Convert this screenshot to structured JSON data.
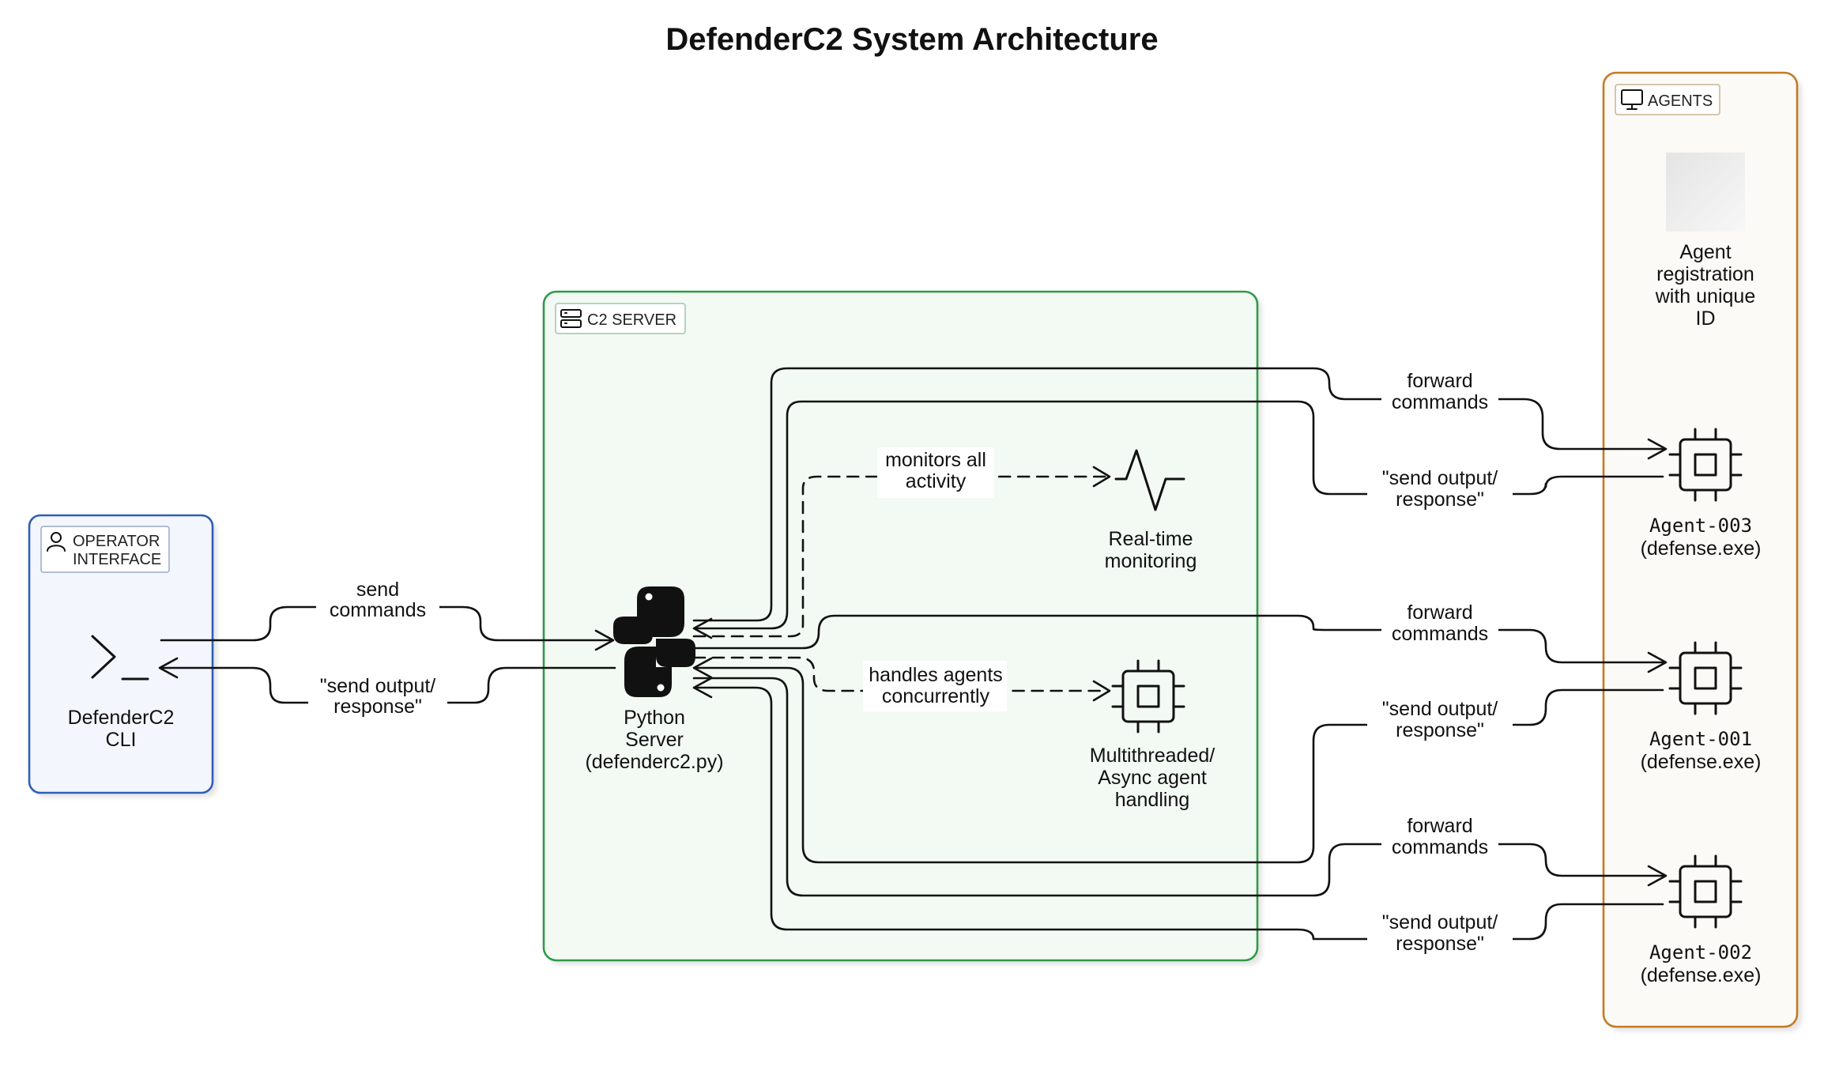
{
  "title": "DefenderC2 System Architecture",
  "groups": {
    "operator": {
      "label_line1": "OPERATOR",
      "label_line2": "INTERFACE",
      "color": "#2f5fb8",
      "bg": "#f3f6fc"
    },
    "server": {
      "label": "C2 SERVER",
      "color": "#2f9a48",
      "bg": "#f2faf3"
    },
    "agents": {
      "label": "AGENTS",
      "color": "#c47b24",
      "bg": "#fbfaf6"
    }
  },
  "nodes": {
    "cli": {
      "line1": "DefenderC2",
      "line2": "CLI",
      "icon": "terminal-icon"
    },
    "python": {
      "line1": "Python",
      "line2": "Server",
      "line3": "(defenderc2.py)",
      "icon": "python-icon"
    },
    "monitoring": {
      "line1": "Real-time",
      "line2": "monitoring",
      "icon": "pulse-icon"
    },
    "multithread": {
      "line1": "Multithreaded/",
      "line2": "Async agent",
      "line3": "handling",
      "icon": "cpu-icon"
    },
    "registration": {
      "line1": "Agent",
      "line2": "registration",
      "line3": "with unique",
      "line4": "ID",
      "icon": "image-placeholder"
    },
    "agent003": {
      "line1": "Agent-003",
      "line2": "(defense.exe)",
      "icon": "cpu-icon"
    },
    "agent001": {
      "line1": "Agent-001",
      "line2": "(defense.exe)",
      "icon": "cpu-icon"
    },
    "agent002": {
      "line1": "Agent-002",
      "line2": "(defense.exe)",
      "icon": "cpu-icon"
    }
  },
  "edges": {
    "send_commands": {
      "line1": "send",
      "line2": "commands"
    },
    "send_output": {
      "line1": "\"send output/",
      "line2": "response\""
    },
    "monitors": {
      "line1": "monitors all",
      "line2": "activity"
    },
    "handles": {
      "line1": "handles agents",
      "line2": "concurrently"
    },
    "forward_003": {
      "line1": "forward",
      "line2": "commands"
    },
    "output_003": {
      "line1": "\"send output/",
      "line2": "response\""
    },
    "forward_001": {
      "line1": "forward",
      "line2": "commands"
    },
    "output_001": {
      "line1": "\"send output/",
      "line2": "response\""
    },
    "forward_002": {
      "line1": "forward",
      "line2": "commands"
    },
    "output_002": {
      "line1": "\"send output/",
      "line2": "response\""
    }
  }
}
